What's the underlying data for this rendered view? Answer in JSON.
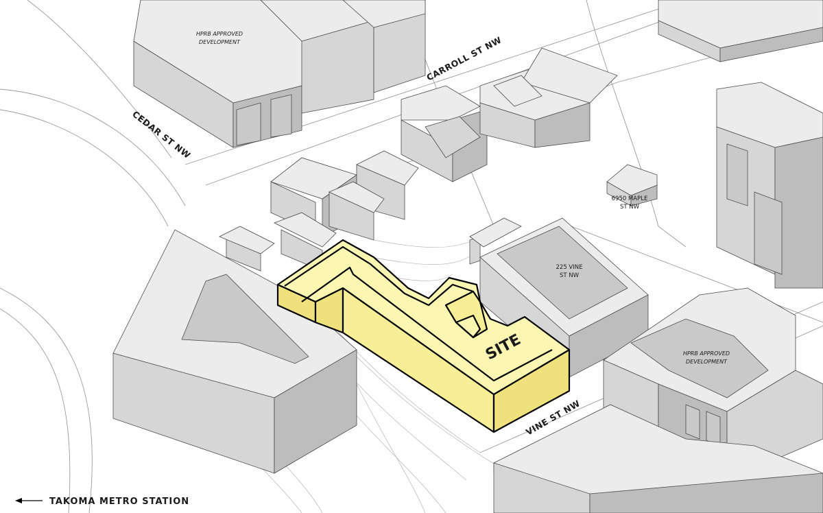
{
  "streets": {
    "carroll": "CARROLL ST NW",
    "cedar": "CEDAR ST NW",
    "vine": "VINE ST NW"
  },
  "buildings": {
    "hprb_top_line1": "HPRB APPROVED",
    "hprb_top_line2": "DEVELOPMENT",
    "hprb_right_line1": "HPRB APPROVED",
    "hprb_right_line2": "DEVELOPMENT",
    "maple_line1": "6950 MAPLE",
    "maple_line2": "ST NW",
    "vine225_line1": "225 VINE",
    "vine225_line2": "ST NW"
  },
  "site_label": "SITE",
  "metro": {
    "label": "TAKOMA METRO STATION",
    "arrow_icon": "left-arrow-icon"
  },
  "colors": {
    "site_fill": "#fbf6b2",
    "site_outline": "#000000",
    "context_buildings": "#d6d6d6"
  }
}
